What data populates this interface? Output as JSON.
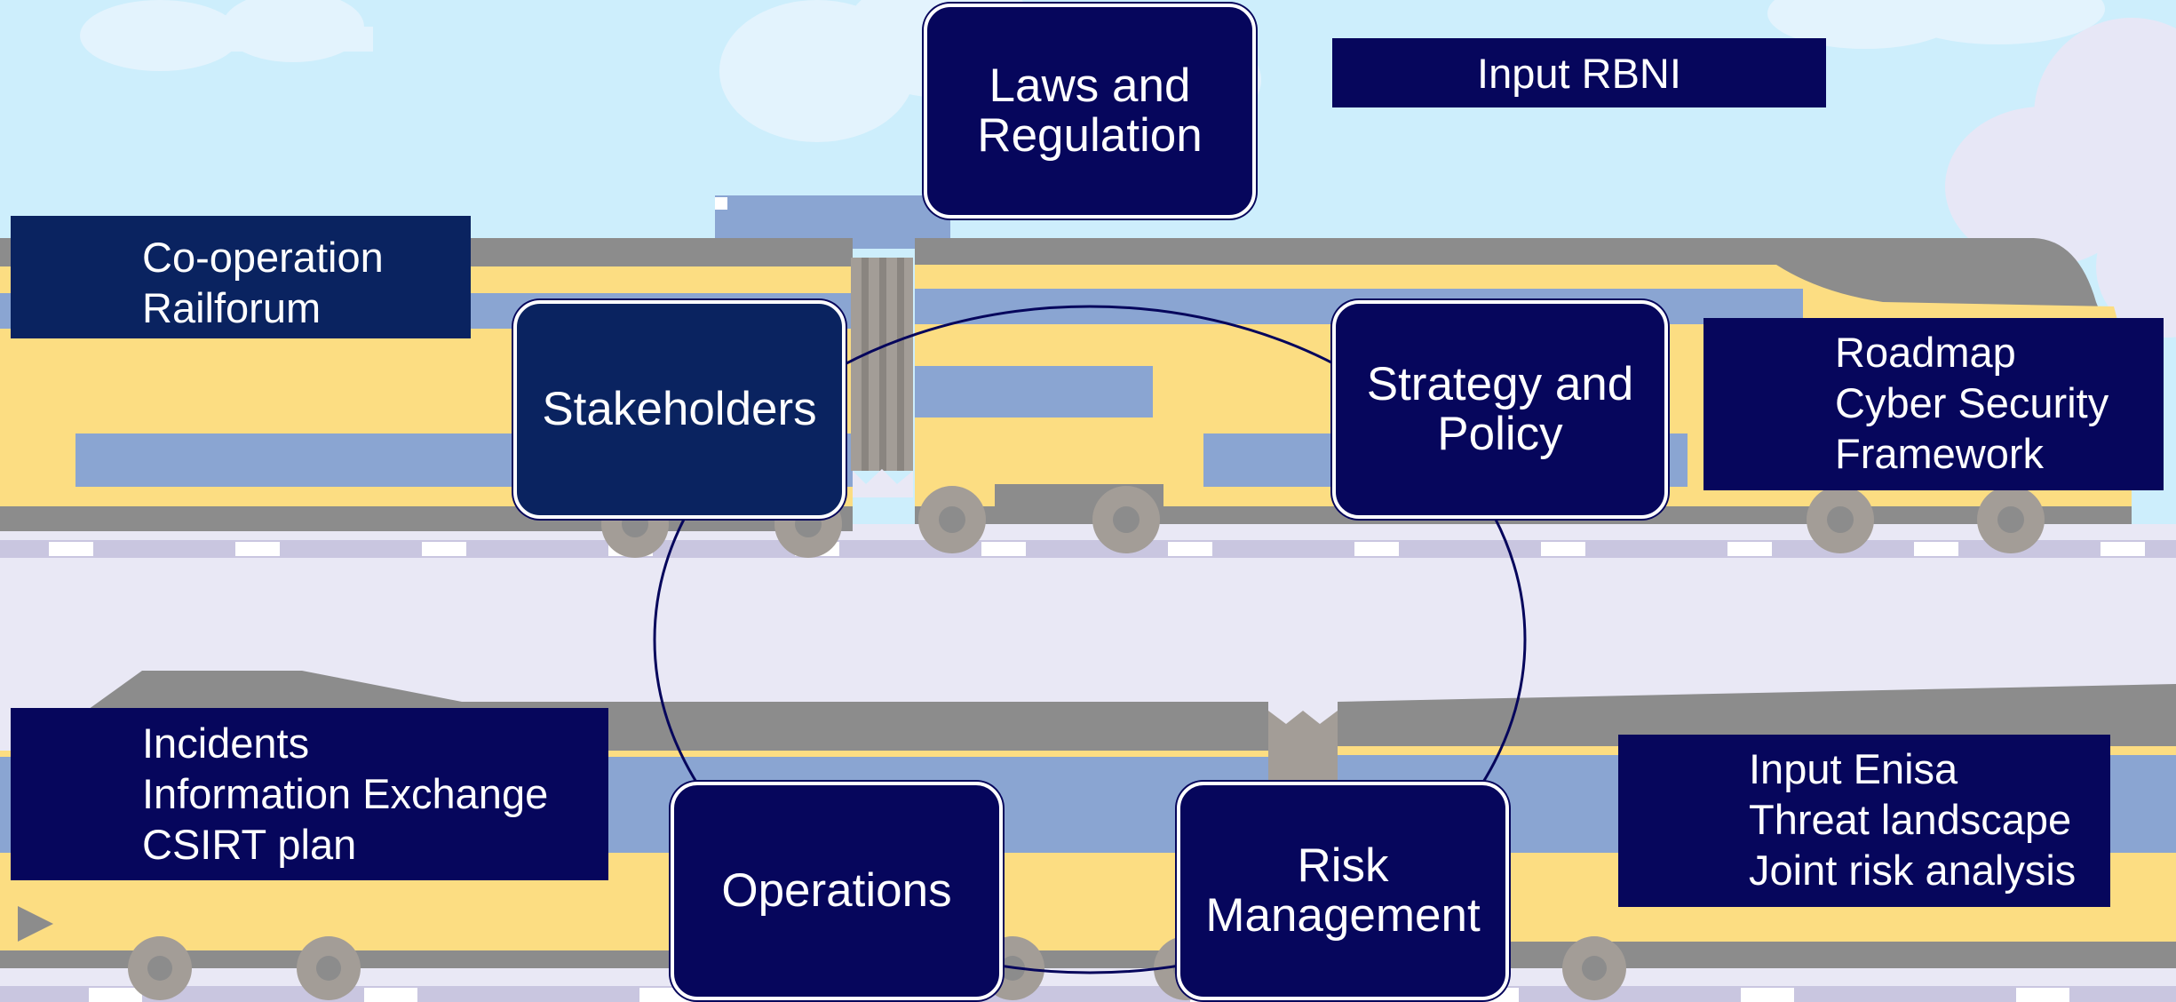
{
  "colors": {
    "sky": "#cdeefc",
    "track": "#e9e8f5",
    "train_gray": "#8c8c8c",
    "train_yellow": "#fcdd82",
    "train_blue": "#8aa5d2",
    "node_fill": "#06065c",
    "node_fill_alt": "#0a2360",
    "cycle_line": "#06065c"
  },
  "cycle": {
    "nodes": [
      {
        "label": "Laws and\nRegulation",
        "icon": "none"
      },
      {
        "label": "Strategy and\nPolicy",
        "icon": "none"
      },
      {
        "label": "Risk\nManagement",
        "icon": "none"
      },
      {
        "label": "Operations",
        "icon": "none"
      },
      {
        "label": "Stakeholders",
        "icon": "none"
      }
    ]
  },
  "callouts": {
    "input_rbni": [
      "Input RBNI"
    ],
    "cooperation": [
      "Co-operation",
      "Railforum"
    ],
    "roadmap": [
      "Roadmap",
      "Cyber Security",
      "Framework"
    ],
    "incidents": [
      "Incidents",
      "Information Exchange",
      "CSIRT plan"
    ],
    "enisa": [
      "Input Enisa",
      "Threat landscape",
      "Joint risk analysis"
    ]
  }
}
